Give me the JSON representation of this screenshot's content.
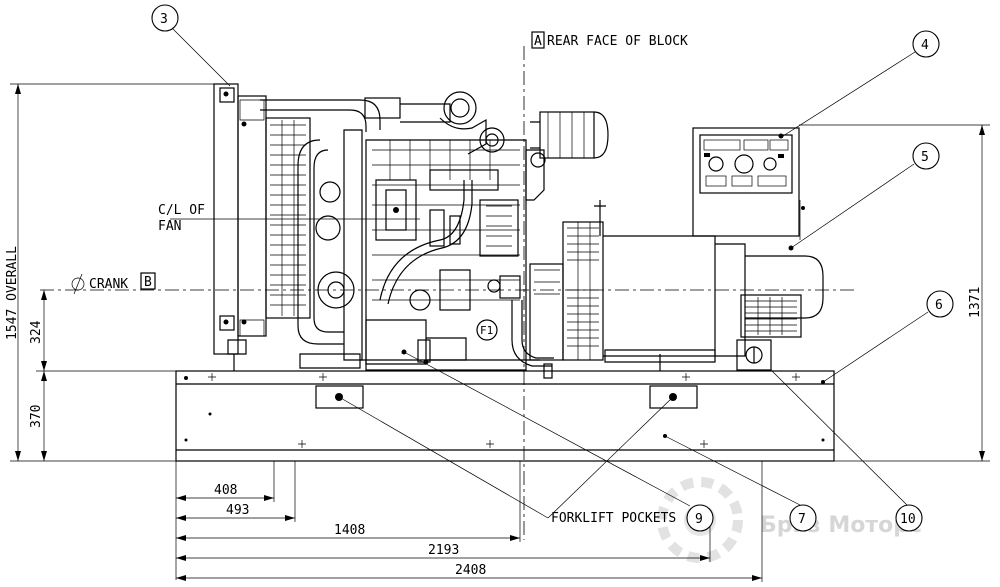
{
  "labels": {
    "section_a_letter": "A",
    "rear_face": "REAR FACE OF BLOCK",
    "cl_fan_1": "C/L OF",
    "cl_fan_2": "FAN",
    "crank": "CRANK",
    "section_b_letter": "B",
    "forklift": "FORKLIFT POCKETS",
    "f1": "F1"
  },
  "dimensions": {
    "overall_height": "1547 OVERALL",
    "height_324": "324",
    "height_370": "370",
    "height_1371": "1371",
    "len_408": "408",
    "len_493": "493",
    "len_1408": "1408",
    "len_2193": "2193",
    "len_2408": "2408"
  },
  "balloons": {
    "b3": "3",
    "b4": "4",
    "b5": "5",
    "b6": "6",
    "b7": "7",
    "b9": "9",
    "b10": "10"
  },
  "watermark": {
    "text": "Бриз Моторс",
    "color": "#d6d6d6"
  }
}
